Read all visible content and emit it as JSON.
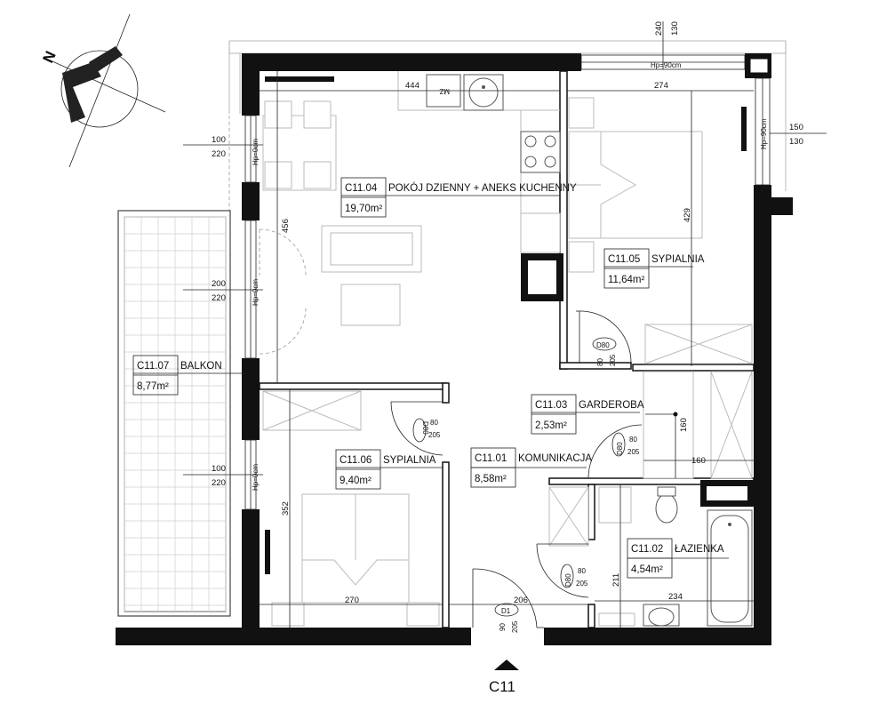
{
  "rooms": [
    {
      "code": "C11.04",
      "name": "POKÓJ DZIENNY + ANEKS KUCHENNY",
      "area": "19,70m²"
    },
    {
      "code": "C11.05",
      "name": "SYPIALNIA",
      "area": "11,64m²"
    },
    {
      "code": "C11.03",
      "name": "GARDEROBA",
      "area": "2,53m²"
    },
    {
      "code": "C11.01",
      "name": "KOMUNIKACJA",
      "area": "8,58m²"
    },
    {
      "code": "C11.06",
      "name": "SYPIALNIA",
      "area": "9,40m²"
    },
    {
      "code": "C11.07",
      "name": "BALKON",
      "area": "8,77m²"
    },
    {
      "code": "C11.02",
      "name": "ŁAZIENKA",
      "area": "4,54m²"
    }
  ],
  "windows": [
    {
      "width": "100",
      "height": "220",
      "sill": "Hp=0cm"
    },
    {
      "width": "200",
      "height": "220",
      "sill": "Hp=0cm"
    },
    {
      "width": "100",
      "height": "220",
      "sill": "Hp=0cm"
    },
    {
      "width": "240",
      "height": "130",
      "sill": "Hp=90cm"
    },
    {
      "width": "150",
      "height": "130",
      "sill": "Hp=90cm"
    }
  ],
  "doors": [
    {
      "tag": "D80",
      "width": "80",
      "height": "205"
    },
    {
      "tag": "D80",
      "width": "80",
      "height": "205"
    },
    {
      "tag": "D80",
      "width": "80",
      "height": "205"
    },
    {
      "tag": "D80",
      "width": "80",
      "height": "205"
    },
    {
      "tag": "D1",
      "width": "90",
      "height": "205"
    }
  ],
  "dimensions": {
    "d444": "444",
    "d274": "274",
    "d456": "456",
    "d429": "429",
    "d352": "352",
    "d270": "270",
    "d206": "206",
    "d211": "211",
    "d234": "234",
    "d160a": "160",
    "d160b": "160"
  },
  "section_marker": "C11",
  "compass_letter": "N",
  "appliance_label": "MZ"
}
